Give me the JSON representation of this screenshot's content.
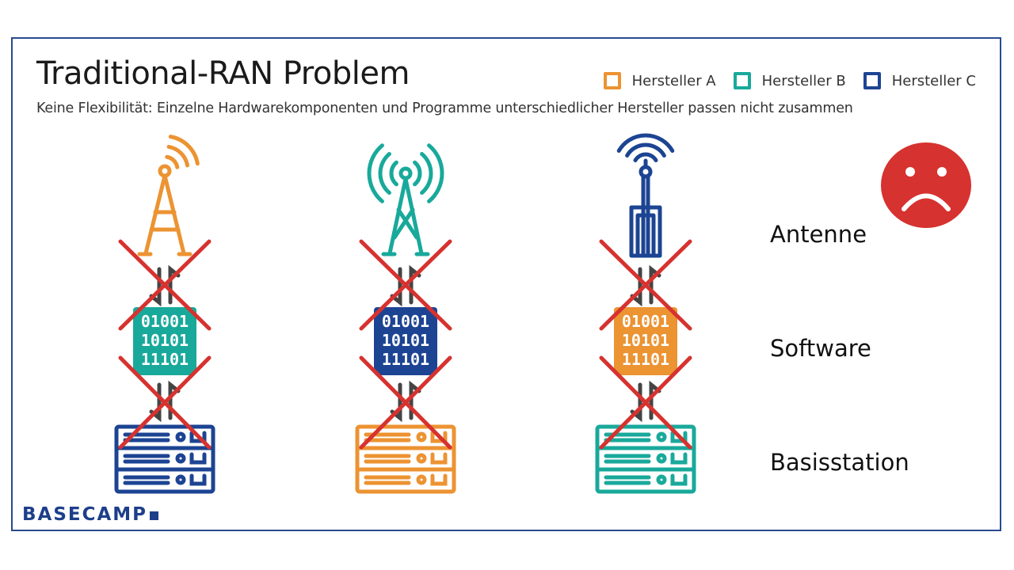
{
  "title": "Traditional-RAN Problem",
  "subtitle": "Keine Flexibilität: Einzelne Hardwarekomponenten und Programme unterschiedlicher Hersteller passen nicht zusammen",
  "legend": [
    {
      "key": "A",
      "label": "Hersteller A",
      "color": "#ec9332"
    },
    {
      "key": "B",
      "label": "Hersteller B",
      "color": "#19a99b"
    },
    {
      "key": "C",
      "label": "Hersteller C",
      "color": "#1d4493"
    }
  ],
  "layers": {
    "antenna": "Antenne",
    "software": "Software",
    "station": "Basisstation"
  },
  "binary": [
    "01001",
    "10101",
    "11101"
  ],
  "columns": [
    {
      "antenna": "A",
      "software": "B",
      "station": "C"
    },
    {
      "antenna": "B",
      "software": "C",
      "station": "A"
    },
    {
      "antenna": "C",
      "software": "A",
      "station": "B"
    }
  ],
  "colors": {
    "cross": "#d6322f",
    "arrow": "#444444",
    "sad_face": "#d6322f",
    "frame": "#2a4a8f"
  },
  "logo": "BASECAMP"
}
